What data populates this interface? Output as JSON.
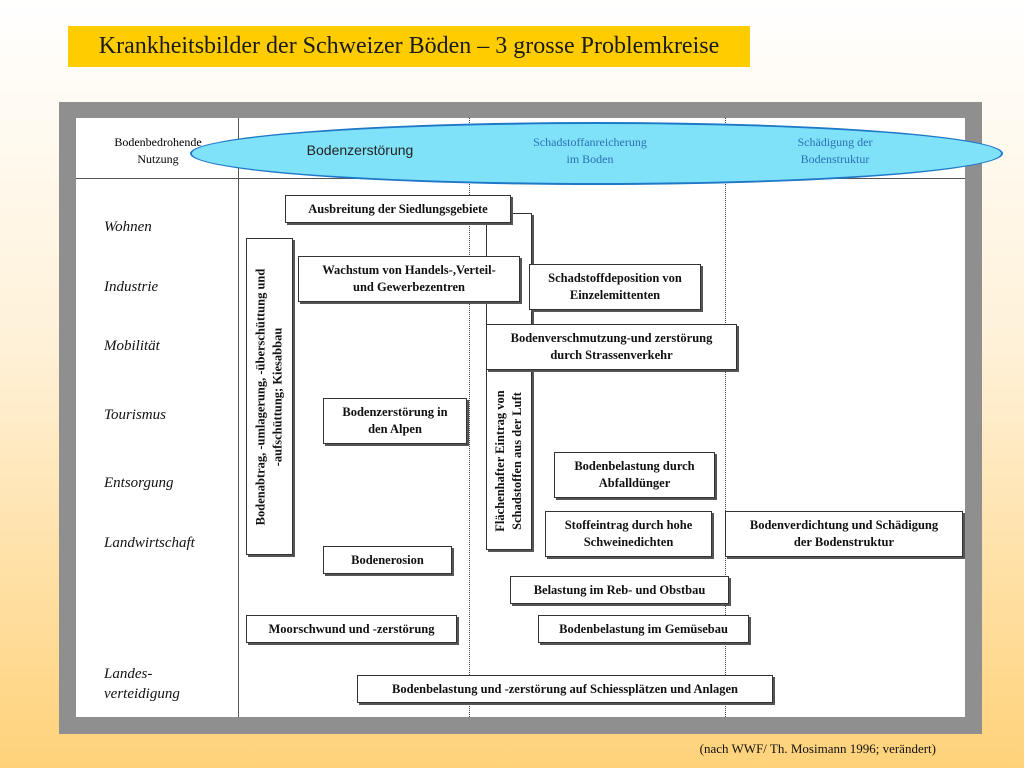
{
  "title": "Krankheitsbilder der Schweizer Böden – 3 grosse Problemkreise",
  "header": {
    "nutzung_line1": "Bodenbedrohende",
    "nutzung_line2": "Nutzung",
    "col1": "Bodenzerstörung",
    "col2_line1": "Schadstoffanreicherung",
    "col2_line2": "im Boden",
    "col3_line1": "Schädigung der",
    "col3_line2": "Bodenstruktur"
  },
  "rows": {
    "wohnen": "Wohnen",
    "industrie": "Industrie",
    "mobilitaet": "Mobilität",
    "tourismus": "Tourismus",
    "entsorgung": "Entsorgung",
    "landwirtschaft": "Landwirtschaft",
    "landesverteidigung_line1": "Landes-",
    "landesverteidigung_line2": "verteidigung"
  },
  "boxes": {
    "siedlung": "Ausbreitung der Siedlungsgebiete",
    "gewerbe_line1": "Wachstum von Handels-,Verteil-",
    "gewerbe_line2": "und Gewerbezentren",
    "einzelemittenten_line1": "Schadstoffdeposition von",
    "einzelemittenten_line2": "Einzelemittenten",
    "strassenverkehr_line1": "Bodenverschmutzung-und zerstörung",
    "strassenverkehr_line2": "durch Strassenverkehr",
    "alpen_line1": "Bodenzerstörung in",
    "alpen_line2": "den Alpen",
    "abfallduenger_line1": "Bodenbelastung durch",
    "abfallduenger_line2": "Abfalldünger",
    "schweine_line1": "Stoffeintrag durch hohe",
    "schweine_line2": "Schweinedichten",
    "verdichtung_line1": "Bodenverdichtung und Schädigung",
    "verdichtung_line2": "der Bodenstruktur",
    "erosion": "Bodenerosion",
    "rebbau": "Belastung  im Reb- und Obstbau",
    "moor": "Moorschwund und -zerstörung",
    "gemuese": "Bodenbelastung im Gemüsebau",
    "schiessplatz": "Bodenbelastung und -zerstörung auf Schiessplätzen und Anlagen",
    "abtrag_line1": "Bodenabtrag, -umlagerung, -überschüttung und",
    "abtrag_line2": "-aufschüttung; Kiesabbau",
    "luft_line1": "Flächenhafter Eintrag  von",
    "luft_line2": "Schadstoffen aus der Luft"
  },
  "source": "(nach WWF/ Th. Mosimann 1996; verändert)",
  "colors": {
    "title_bg": "#ffcc00",
    "oval_fill": "#80e2f8",
    "oval_stroke": "#1f78c7",
    "frame": "#8f8f8f"
  }
}
